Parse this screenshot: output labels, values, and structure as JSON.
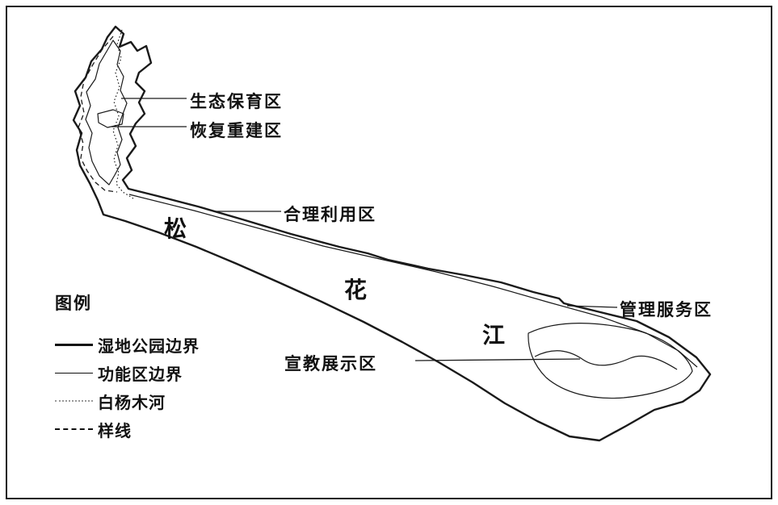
{
  "legend": {
    "title": "图例",
    "items": [
      {
        "label": "湿地公园边界",
        "style": "thick-solid"
      },
      {
        "label": "功能区边界",
        "style": "thin-solid"
      },
      {
        "label": "白杨木河",
        "style": "dotted"
      },
      {
        "label": "样线",
        "style": "dashed"
      }
    ]
  },
  "zone_labels": [
    {
      "label": "生态保育区"
    },
    {
      "label": "恢复重建区"
    },
    {
      "label": "合理利用区"
    },
    {
      "label": "管理服务区"
    },
    {
      "label": "宣教展示区"
    }
  ],
  "river": {
    "char1": "松",
    "char2": "花",
    "char3": "江"
  },
  "colors": {
    "ink": "#1a1a1a",
    "river_dotted": "#999999",
    "background": "#ffffff"
  }
}
